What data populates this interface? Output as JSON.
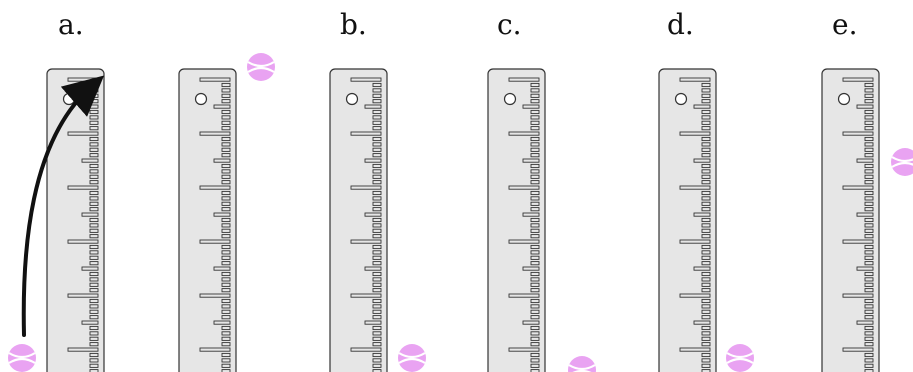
{
  "labels": {
    "a": "a.",
    "b": "b.",
    "c": "c.",
    "d": "d.",
    "e": "e."
  },
  "colors": {
    "ruler_fill": "#e6e6e6",
    "ruler_stroke": "#333333",
    "ball_fill": "#e9a3f2",
    "ball_seam": "#ffffff",
    "arrow": "#111111"
  },
  "icons": {
    "ruler": "ruler-icon",
    "ball": "tennis-ball-icon",
    "arrow": "curved-arrow-icon"
  }
}
